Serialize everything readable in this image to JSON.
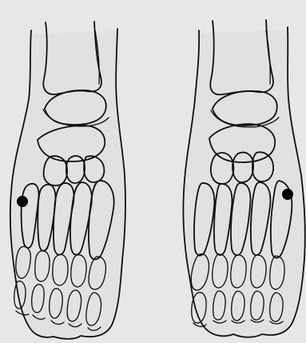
{
  "figure": {
    "background": "#e7e7e7",
    "line_color": "#111111",
    "marker_color": "#000000",
    "feet": [
      {
        "side": "left",
        "marker": "lateral-dot"
      },
      {
        "side": "right",
        "marker": "lateral-dot"
      }
    ]
  }
}
